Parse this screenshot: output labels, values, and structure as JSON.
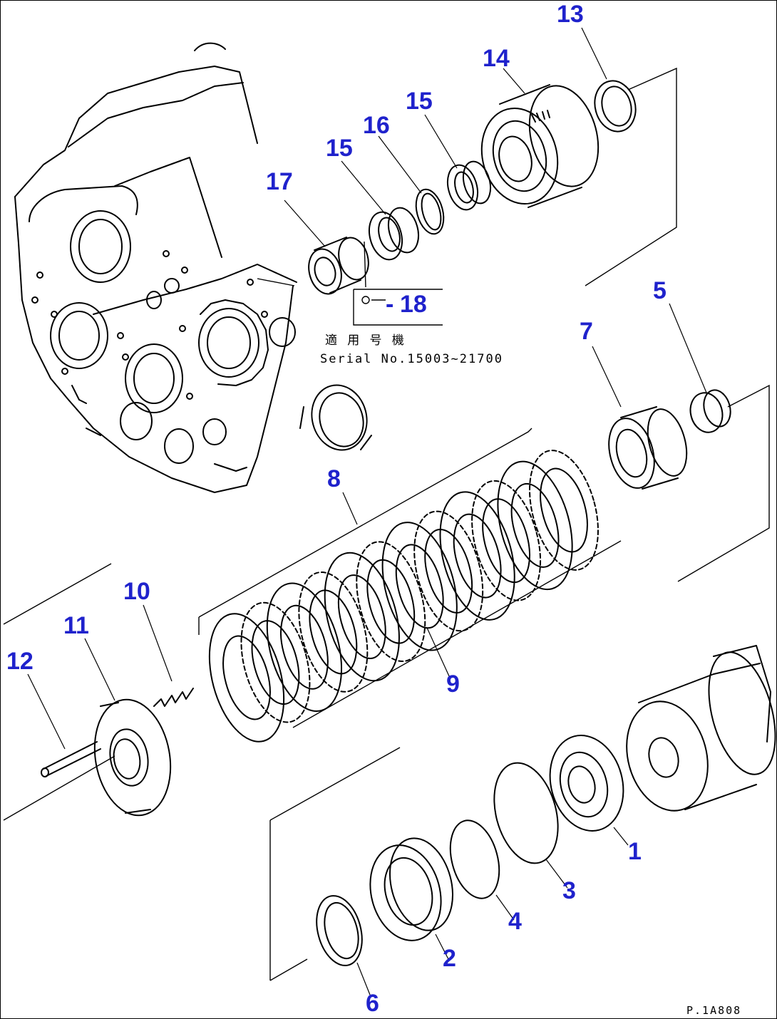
{
  "diagram": {
    "callouts": {
      "c1": "1",
      "c2": "2",
      "c3": "3",
      "c4": "4",
      "c5": "5",
      "c6": "6",
      "c7": "7",
      "c8": "8",
      "c9": "9",
      "c10": "10",
      "c11": "11",
      "c12": "12",
      "c13": "13",
      "c14": "14",
      "c15a": "15",
      "c15b": "15",
      "c16": "16",
      "c17": "17",
      "c18": "18"
    },
    "applicability_note": {
      "japanese": "適 用 号 機",
      "serial": "Serial No.15003~21700"
    },
    "drawing_code": "P.1A808",
    "colors": {
      "callout": "#1f22cc",
      "line": "#000000"
    }
  }
}
